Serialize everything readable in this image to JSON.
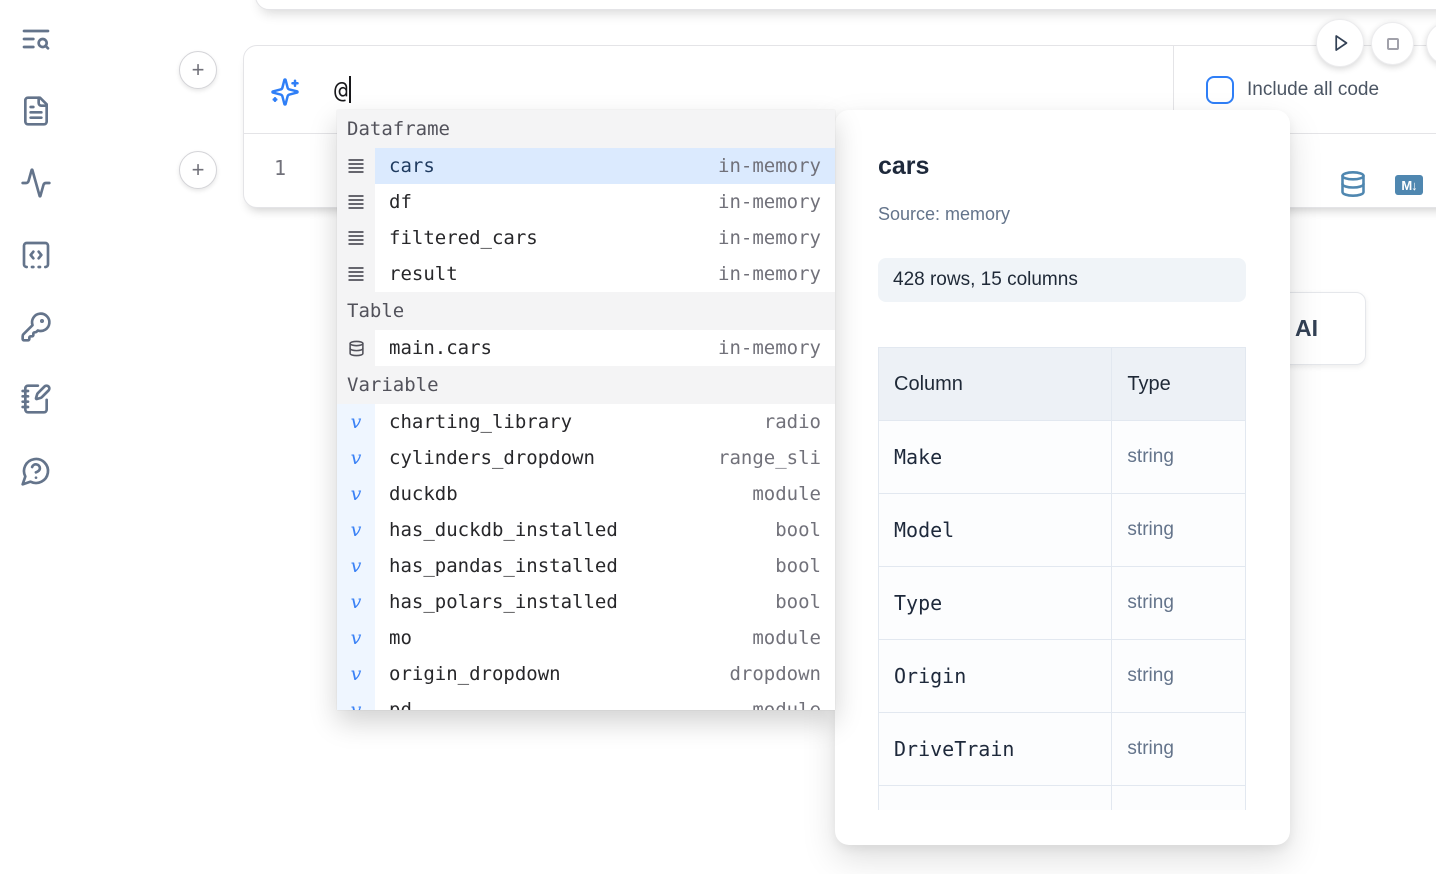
{
  "sidebar": {
    "icons": [
      {
        "id": "list-search-icon"
      },
      {
        "id": "file-text-icon"
      },
      {
        "id": "activity-icon"
      },
      {
        "id": "code-snippets-icon"
      },
      {
        "id": "key-icon"
      },
      {
        "id": "notebook-pen-icon"
      },
      {
        "id": "help-bubble-icon"
      }
    ]
  },
  "add_buttons": {
    "label": "+"
  },
  "ai_prompt": {
    "value": "@"
  },
  "include_all_code": {
    "label": "Include all code",
    "checked": false
  },
  "editor": {
    "line_number": "1"
  },
  "cell_actions": {
    "markdown_badge": "M↓",
    "icons": [
      "database-icon",
      "markdown-icon"
    ]
  },
  "run_controls": {
    "icons": [
      "play-icon",
      "stop-icon"
    ]
  },
  "ai_button": {
    "label": "AI"
  },
  "autocomplete": {
    "sections": [
      {
        "label": "Dataframe",
        "icon": "rows",
        "items": [
          {
            "name": "cars",
            "meta": "in-memory",
            "selected": true
          },
          {
            "name": "df",
            "meta": "in-memory"
          },
          {
            "name": "filtered_cars",
            "meta": "in-memory"
          },
          {
            "name": "result",
            "meta": "in-memory"
          }
        ]
      },
      {
        "label": "Table",
        "icon": "database",
        "items": [
          {
            "name": "main.cars",
            "meta": "in-memory"
          }
        ]
      },
      {
        "label": "Variable",
        "icon": "variable",
        "items": [
          {
            "name": "charting_library",
            "meta": "radio"
          },
          {
            "name": "cylinders_dropdown",
            "meta": "range_sli"
          },
          {
            "name": "duckdb",
            "meta": "module"
          },
          {
            "name": "has_duckdb_installed",
            "meta": "bool"
          },
          {
            "name": "has_pandas_installed",
            "meta": "bool"
          },
          {
            "name": "has_polars_installed",
            "meta": "bool"
          },
          {
            "name": "mo",
            "meta": "module"
          },
          {
            "name": "origin_dropdown",
            "meta": "dropdown"
          },
          {
            "name": "pd",
            "meta": "module",
            "partial": true
          }
        ]
      }
    ]
  },
  "preview": {
    "title": "cars",
    "source": "Source: memory",
    "summary": "428 rows, 15 columns",
    "table": {
      "headers": [
        "Column",
        "Type"
      ],
      "rows": [
        [
          "Make",
          "string"
        ],
        [
          "Model",
          "string"
        ],
        [
          "Type",
          "string"
        ],
        [
          "Origin",
          "string"
        ],
        [
          "DriveTrain",
          "string"
        ],
        [
          "",
          ""
        ]
      ]
    }
  },
  "colors": {
    "accent_blue": "#2f7ff7",
    "selected_row_bg": "#dbeafe",
    "steel_blue": "#4f87b0",
    "sidebar_icon": "#64748b"
  }
}
